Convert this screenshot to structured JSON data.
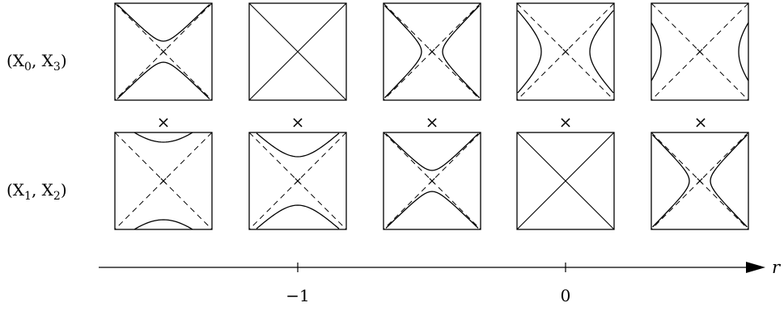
{
  "rows": [
    {
      "label_parts": [
        "(X",
        "0",
        ", X",
        "3",
        ")"
      ],
      "panels": [
        "hyperbola-vertical-tight",
        "degenerate-cross",
        "hyperbola-horizontal-tight",
        "hyperbola-horizontal-mid",
        "hyperbola-horizontal-wide"
      ]
    },
    {
      "label_parts": [
        "(X",
        "1",
        ", X",
        "2",
        ")"
      ],
      "panels": [
        "hyperbola-vertical-wide",
        "hyperbola-vertical-mid",
        "hyperbola-vertical-tight",
        "degenerate-cross",
        "hyperbola-horizontal-tight"
      ]
    }
  ],
  "product_symbol": "×",
  "axis": {
    "variable": "r",
    "ticks": [
      {
        "label": "−1",
        "under_column": 2
      },
      {
        "label": "0",
        "under_column": 4
      }
    ]
  }
}
